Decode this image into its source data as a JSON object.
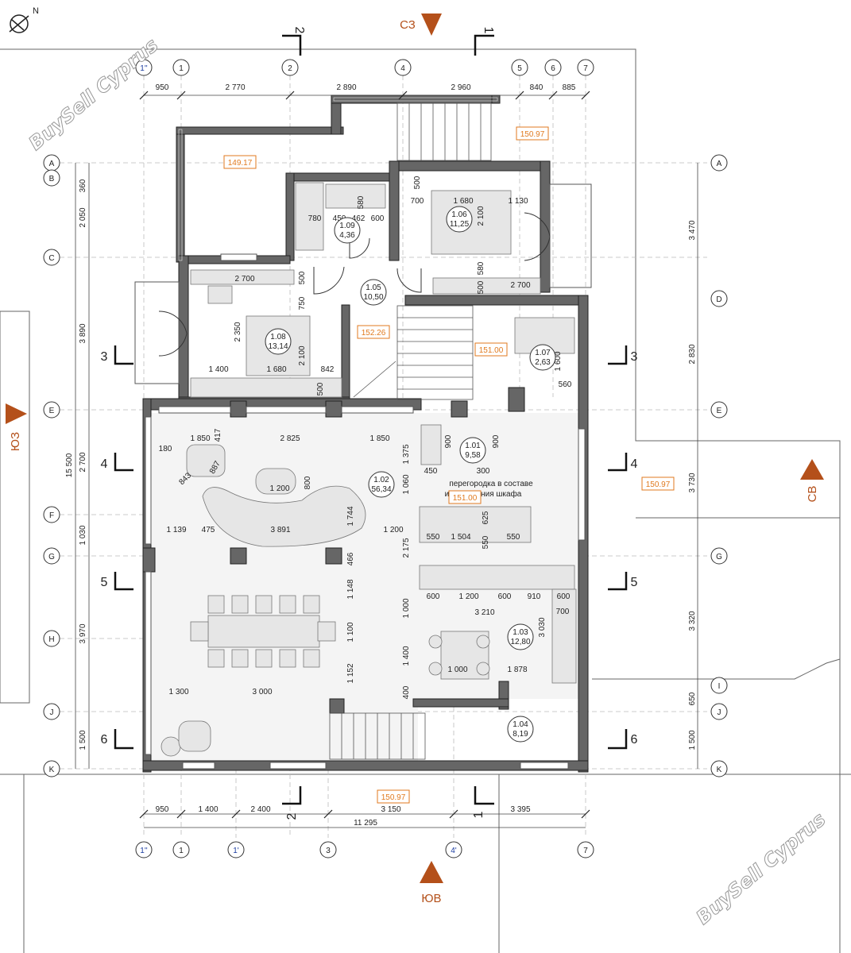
{
  "watermark": "BuySell Cyprus",
  "north_symbol": "N",
  "compass": {
    "top": "СЗ",
    "left": "ЮЗ",
    "right": "СВ",
    "bottom": "ЮВ"
  },
  "sections": {
    "s1": "1",
    "s2": "2",
    "s3": "3",
    "s4": "4",
    "s5": "5",
    "s6": "6"
  },
  "axes_top": [
    "1''",
    "1",
    "2",
    "4",
    "5",
    "6",
    "7"
  ],
  "axes_bottom": [
    "1''",
    "1",
    "1'",
    "3",
    "4'",
    "7"
  ],
  "axes_left": [
    "A",
    "B",
    "C",
    "E",
    "F",
    "G",
    "H",
    "J",
    "K"
  ],
  "axes_right": [
    "A",
    "D",
    "E",
    "G",
    "I",
    "J",
    "K"
  ],
  "dims_top": [
    "950",
    "2 770",
    "2 890",
    "2 960",
    "840",
    "885"
  ],
  "dims_bottom": [
    "950",
    "1 400",
    "2 400",
    "3 150",
    "3 395"
  ],
  "dim_bottom_total": "11 295",
  "dims_left": [
    "360",
    "2 050",
    "3 890",
    "2 700",
    "1 030",
    "3 970",
    "1 500",
    "15 500"
  ],
  "dims_right": [
    "3 470",
    "2 830",
    "3 730",
    "3 320",
    "650",
    "1 500"
  ],
  "levels": [
    "150.97",
    "149.17",
    "152.26",
    "151.00",
    "151.00",
    "150.97",
    "150.97"
  ],
  "rooms": [
    {
      "num": "1.09",
      "area": "4,36"
    },
    {
      "num": "1.06",
      "area": "11,25"
    },
    {
      "num": "1.05",
      "area": "10,50"
    },
    {
      "num": "1.08",
      "area": "13,14"
    },
    {
      "num": "1.07",
      "area": "2,63"
    },
    {
      "num": "1.01",
      "area": "9,58"
    },
    {
      "num": "1.02",
      "area": "56,34"
    },
    {
      "num": "1.03",
      "area": "12,80"
    },
    {
      "num": "1.04",
      "area": "8,19"
    }
  ],
  "partition_note_1": "перегородка в составе",
  "partition_note_2": "изготовления шкафа",
  "inner_dims": [
    "580",
    "500",
    "780",
    "450",
    "462",
    "600",
    "700",
    "1 680",
    "1 130",
    "2 100",
    "580",
    "500",
    "2 700",
    "2 700",
    "500",
    "750",
    "2 350",
    "1 680",
    "2 100",
    "1 400",
    "842",
    "500",
    "1 850",
    "417",
    "2 825",
    "1 850",
    "180",
    "843",
    "887",
    "1 200",
    "800",
    "1 375",
    "900",
    "900",
    "300",
    "450",
    "1 060",
    "1 139",
    "475",
    "3 891",
    "1 744",
    "1 200",
    "625",
    "550",
    "1 504",
    "550",
    "550",
    "2 175",
    "466",
    "600",
    "1 200",
    "600",
    "910",
    "600",
    "1 148",
    "1 000",
    "3 210",
    "700",
    "3 030",
    "1 100",
    "1 400",
    "1 000",
    "1 878",
    "1 152",
    "400",
    "1 300",
    "3 000",
    "1 600",
    "560"
  ]
}
